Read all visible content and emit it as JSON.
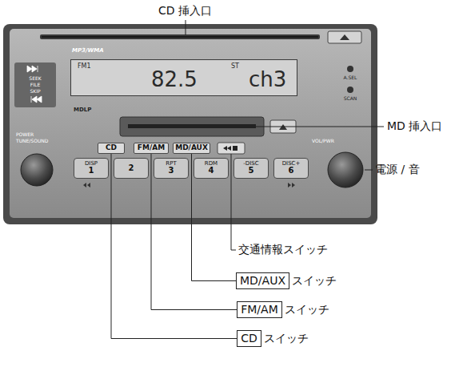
{
  "diagram": {
    "nodes": [
      {
        "text": [
          "FM1",
          "82.5",
          "ST",
          "ch3"
        ]
      },
      {
        "text": [
          "CD"
        ]
      },
      {
        "text": [
          "FM/AM"
        ]
      },
      {
        "text": [
          "MD/AUX"
        ]
      },
      {
        "text": [
          "DISP",
          "1"
        ]
      },
      {
        "text": [
          "2"
        ]
      },
      {
        "text": [
          "RPT",
          "3"
        ]
      },
      {
        "text": [
          "RDM",
          "4"
        ]
      },
      {
        "text": [
          "-DISC",
          "5"
        ]
      },
      {
        "text": [
          "DISC+",
          "6"
        ]
      },
      {
        "text": [
          "MD/AUX"
        ]
      },
      {
        "text": [
          "FM/AM"
        ]
      },
      {
        "text": [
          "CD"
        ]
      }
    ],
    "edges": [
      {
        "from": 3,
        "to": 10,
        "arrow": "none"
      },
      {
        "from": 2,
        "to": 11,
        "arrow": "none"
      },
      {
        "from": 1,
        "to": 12,
        "arrow": "none"
      }
    ],
    "labels": [
      "CD 挿入口",
      "MP3/WMA",
      "SEEK",
      "FILE",
      "SKIP",
      "A.SEL",
      "SCAN",
      "MDLP",
      "MD 挿入口",
      "POWER",
      "TUNE/SOUND",
      "VOL/PWR",
      "電源 / 音",
      "交通情報スイッチ",
      "スイッチ",
      "スイッチ",
      "スイッチ"
    ]
  }
}
